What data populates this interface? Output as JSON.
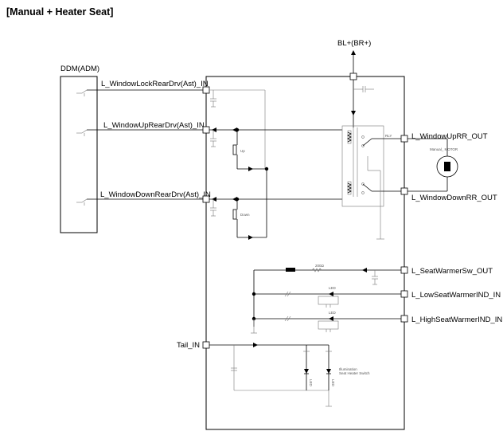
{
  "title": "[Manual + Heater Seat]",
  "ddm_label": "DDM(ADM)",
  "power_label": "BL+(BR+)",
  "inputs": {
    "lock_rear": "L_WindowLockRearDrv(Ast)_IN",
    "up_rear": "L_WindowUpRearDrv(Ast)_IN",
    "down_rear": "L_WindowDownRearDrv(Ast)_IN",
    "tail": "Tail_IN"
  },
  "outputs": {
    "up_rr": "L_WindowUpRR_OUT",
    "down_rr": "L_WindowDownRR_OUT",
    "seat_warmer_sw": "L_SeatWarmerSw_OUT",
    "low_seat_warmer_ind": "L_LowSeatWarmerIND_IN",
    "high_seat_warmer_ind": "L_HighSeatWarmerIND_IN"
  },
  "switch_labels": {
    "up": "Up",
    "down": "Down"
  },
  "relay_label": "RLY",
  "motor_label": "Manual_ MOTOR",
  "resistor_label": "200Ω",
  "led_labels": {
    "low": "LED",
    "high": "LED",
    "ill_1": "LED",
    "ill_2": "LED"
  },
  "illumination_note": [
    "Illumination ",
    "Seat Heater Switch"
  ],
  "colors": {
    "wire": "#000000",
    "ground": "#777777",
    "background": "#ffffff"
  }
}
